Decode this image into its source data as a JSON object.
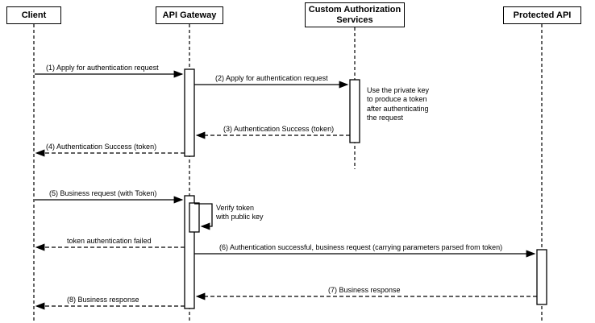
{
  "diagram": {
    "type": "sequence",
    "actors": [
      {
        "id": "client",
        "label": "Client"
      },
      {
        "id": "api-gateway",
        "label": "API Gateway"
      },
      {
        "id": "custom-auth",
        "label": "Custom Authorization Services"
      },
      {
        "id": "protected-api",
        "label": "Protected API"
      }
    ],
    "messages": [
      {
        "seq": 1,
        "from": "client",
        "to": "api-gateway",
        "style": "solid",
        "label": "(1) Apply for authentication request"
      },
      {
        "seq": 2,
        "from": "api-gateway",
        "to": "custom-auth",
        "style": "solid",
        "label": "(2) Apply for authentication request"
      },
      {
        "seq": 3,
        "from": "custom-auth",
        "to": "api-gateway",
        "style": "dashed",
        "label": "(3) Authentication Success (token)"
      },
      {
        "seq": 4,
        "from": "api-gateway",
        "to": "client",
        "style": "dashed",
        "label": "(4) Authentication Success (token)"
      },
      {
        "seq": 5,
        "from": "client",
        "to": "api-gateway",
        "style": "solid",
        "label": "(5) Business request (with Token)"
      },
      {
        "seq": null,
        "from": "api-gateway",
        "to": "client",
        "style": "dashed",
        "label": "token authentication failed"
      },
      {
        "seq": 6,
        "from": "api-gateway",
        "to": "protected-api",
        "style": "solid",
        "label": "(6) Authentication successful, business request (carrying parameters parsed from token)"
      },
      {
        "seq": 7,
        "from": "protected-api",
        "to": "api-gateway",
        "style": "dashed",
        "label": "(7) Business response"
      },
      {
        "seq": 8,
        "from": "api-gateway",
        "to": "client",
        "style": "dashed",
        "label": "(8) Business response"
      }
    ],
    "self_message": {
      "actor": "api-gateway",
      "label": "Verify token with public key"
    },
    "note": {
      "attached_to": "custom-auth",
      "label": "Use the private key to produce a token after authenticating the request"
    }
  },
  "colors": {
    "line": "#000000",
    "background": "#ffffff",
    "box_fill": "#ffffff"
  }
}
